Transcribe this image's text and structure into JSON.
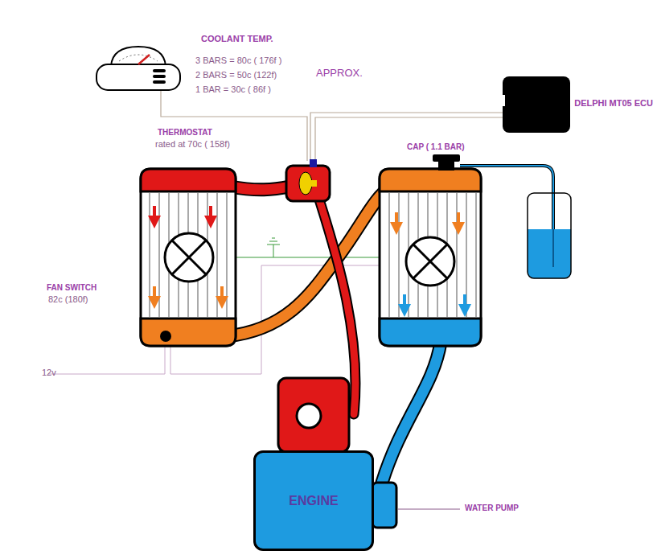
{
  "diagram": {
    "nodes": [
      {
        "text": [
          "ENGINE"
        ]
      }
    ],
    "labels": [
      "COOLANT TEMP.",
      "3 BARS = 80c ( 176f )",
      "2 BARS = 50c (122f)",
      "1 BAR = 30c ( 86f )",
      "APPROX.",
      "DELPHI MT05 ECU",
      "THERMOSTAT",
      "rated at 70c ( 158f)",
      "CAP ( 1.1 BAR)",
      "FAN SWITCH",
      "82c (180f)",
      "12v",
      "WATER PUMP"
    ]
  }
}
